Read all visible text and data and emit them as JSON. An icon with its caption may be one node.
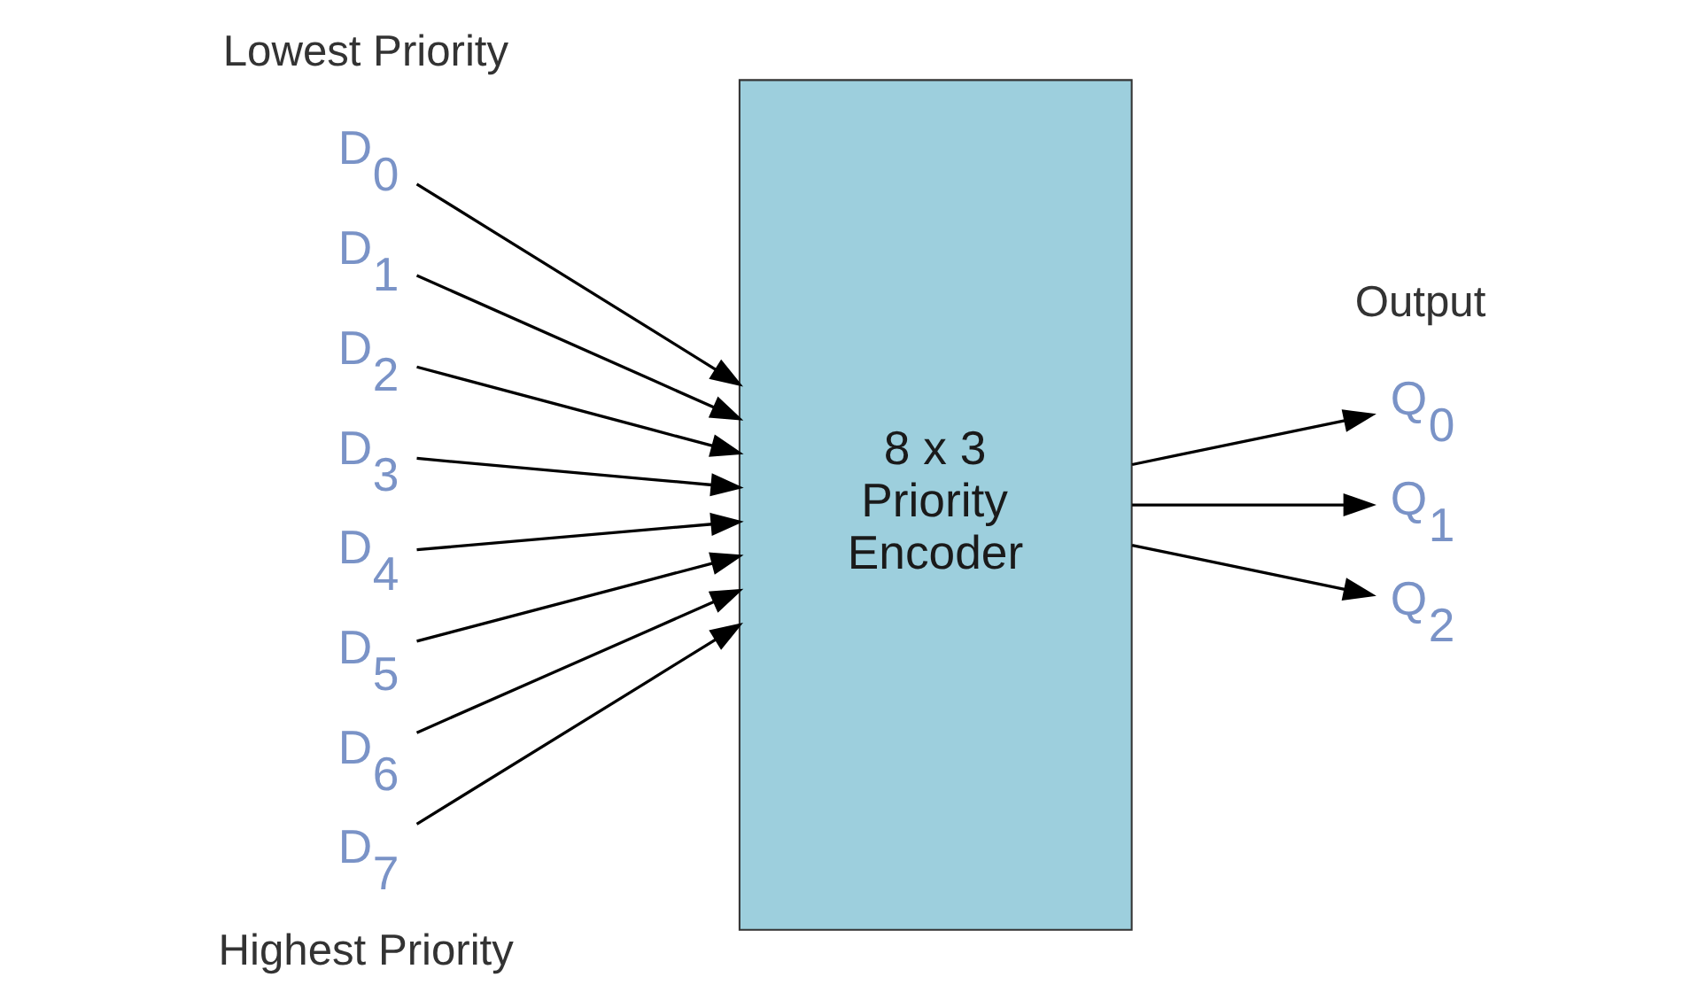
{
  "diagram": {
    "nodes": [
      {
        "text": [
          "D$_{0}$"
        ]
      },
      {
        "text": [
          "D$_{1}$"
        ]
      },
      {
        "text": [
          "D$_{2}$"
        ]
      },
      {
        "text": [
          "D$_{3}$"
        ]
      },
      {
        "text": [
          "D$_{4}$"
        ]
      },
      {
        "text": [
          "D$_{5}$"
        ]
      },
      {
        "text": [
          "D$_{6}$"
        ]
      },
      {
        "text": [
          "D$_{7}$"
        ]
      },
      {
        "text": [
          "8 x 3 Priority Encoder"
        ]
      },
      {
        "text": [
          "Q$_{0}$"
        ]
      },
      {
        "text": [
          "Q$_{1}$"
        ]
      },
      {
        "text": [
          "Q$_{2}$"
        ]
      }
    ],
    "edges": [
      {
        "from": 0,
        "to": 8,
        "arrow": "to"
      },
      {
        "from": 1,
        "to": 8,
        "arrow": "to"
      },
      {
        "from": 2,
        "to": 8,
        "arrow": "to"
      },
      {
        "from": 3,
        "to": 8,
        "arrow": "to"
      },
      {
        "from": 4,
        "to": 8,
        "arrow": "to"
      },
      {
        "from": 5,
        "to": 8,
        "arrow": "to"
      },
      {
        "from": 6,
        "to": 8,
        "arrow": "to"
      },
      {
        "from": 7,
        "to": 8,
        "arrow": "to"
      },
      {
        "from": 8,
        "to": 9,
        "arrow": "to"
      },
      {
        "from": 8,
        "to": 10,
        "arrow": "to"
      },
      {
        "from": 8,
        "to": 11,
        "arrow": "to"
      }
    ],
    "labels": [
      "Lowest Priority",
      "Output",
      "Highest Priority"
    ]
  }
}
